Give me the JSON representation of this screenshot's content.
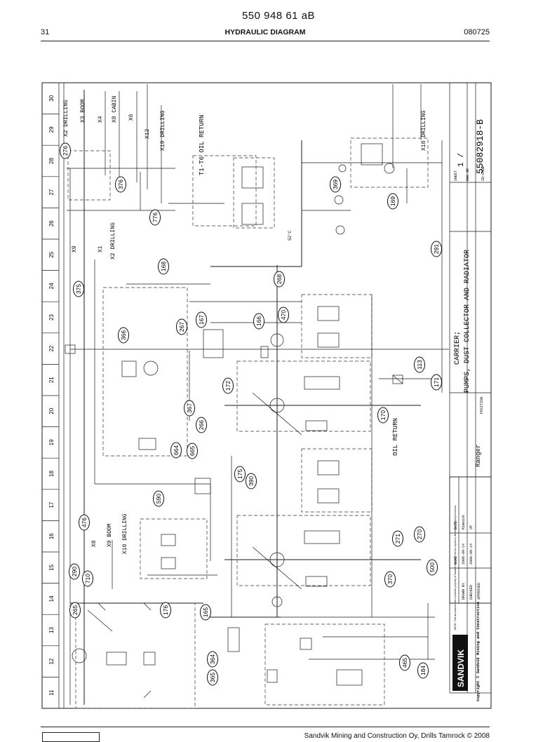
{
  "header": {
    "doc_number": "550 948 61 aB",
    "page": "31",
    "title": "HYDRAULIC DIAGRAM",
    "date_code": "080725"
  },
  "footer": {
    "company": "Sandvik Mining and Construction Oy, Drills Tamrock © 2008"
  },
  "grid_columns": [
    "11",
    "12",
    "13",
    "14",
    "15",
    "16",
    "17",
    "18",
    "19",
    "20",
    "21",
    "22",
    "23",
    "24",
    "25",
    "26",
    "27",
    "28",
    "29",
    "30"
  ],
  "bubbles": [
    "276",
    "376",
    "776",
    "168",
    "375",
    "366",
    "267",
    "167",
    "166",
    "470",
    "268",
    "369",
    "169",
    "291",
    "171",
    "170",
    "113",
    "172",
    "266",
    "367",
    "664",
    "665",
    "175",
    "390",
    "476",
    "590",
    "290",
    "710",
    "265",
    "176",
    "165",
    "364",
    "365",
    "465",
    "184",
    "500",
    "370",
    "271",
    "270"
  ],
  "labels": {
    "oil_return_top": "T1-T6 OIL RETURN",
    "oil_return_mid": "OIL RETURN",
    "carrier": "CARRIER;",
    "pumps": "PUMPS, DUST COLLECTOR AND RADIATOR",
    "dwg_no": "55082918-B",
    "sheet": "1 /",
    "ranger": "Ranger",
    "sandvik": "SANDVIK",
    "copyright": "Copyright © Sandvik Mining and Construction",
    "temp": "52°C",
    "note": "NOTE: This document is the exclusive property of Sandvik and must not be copied or disclosed without permission",
    "x2_drilling": "X2 DRILLING",
    "x3_boom": "X3 BOOM",
    "x4": "X4",
    "x8_cabin": "X8 CABIN",
    "x6": "X6",
    "x12": "X12",
    "x19_drilling": "X19 DRILLING",
    "x18_drilling": "X18 DRILLING",
    "x9": "X9",
    "x1": "X1",
    "x2b": "X2 DRILLING",
    "x10_drilling": "X10 DRILLING",
    "x9b_boom": "X9 BOOM",
    "x8b": "X8"
  },
  "title_block": {
    "date_h": "DATE",
    "name_h": "NAME",
    "drawn_by": "DRAWN BY",
    "checked": "CHECKED",
    "approved": "APPROVED",
    "drawn_date": "2006-09-14",
    "checked_date": "2006-09-14",
    "drawn_name": "Rimeink",
    "checked_name": "VP",
    "position": "POSITION",
    "sheet_h": "SHEET",
    "dwg_h": "DWG NR",
    "idcode_h": "ID-CODE"
  }
}
